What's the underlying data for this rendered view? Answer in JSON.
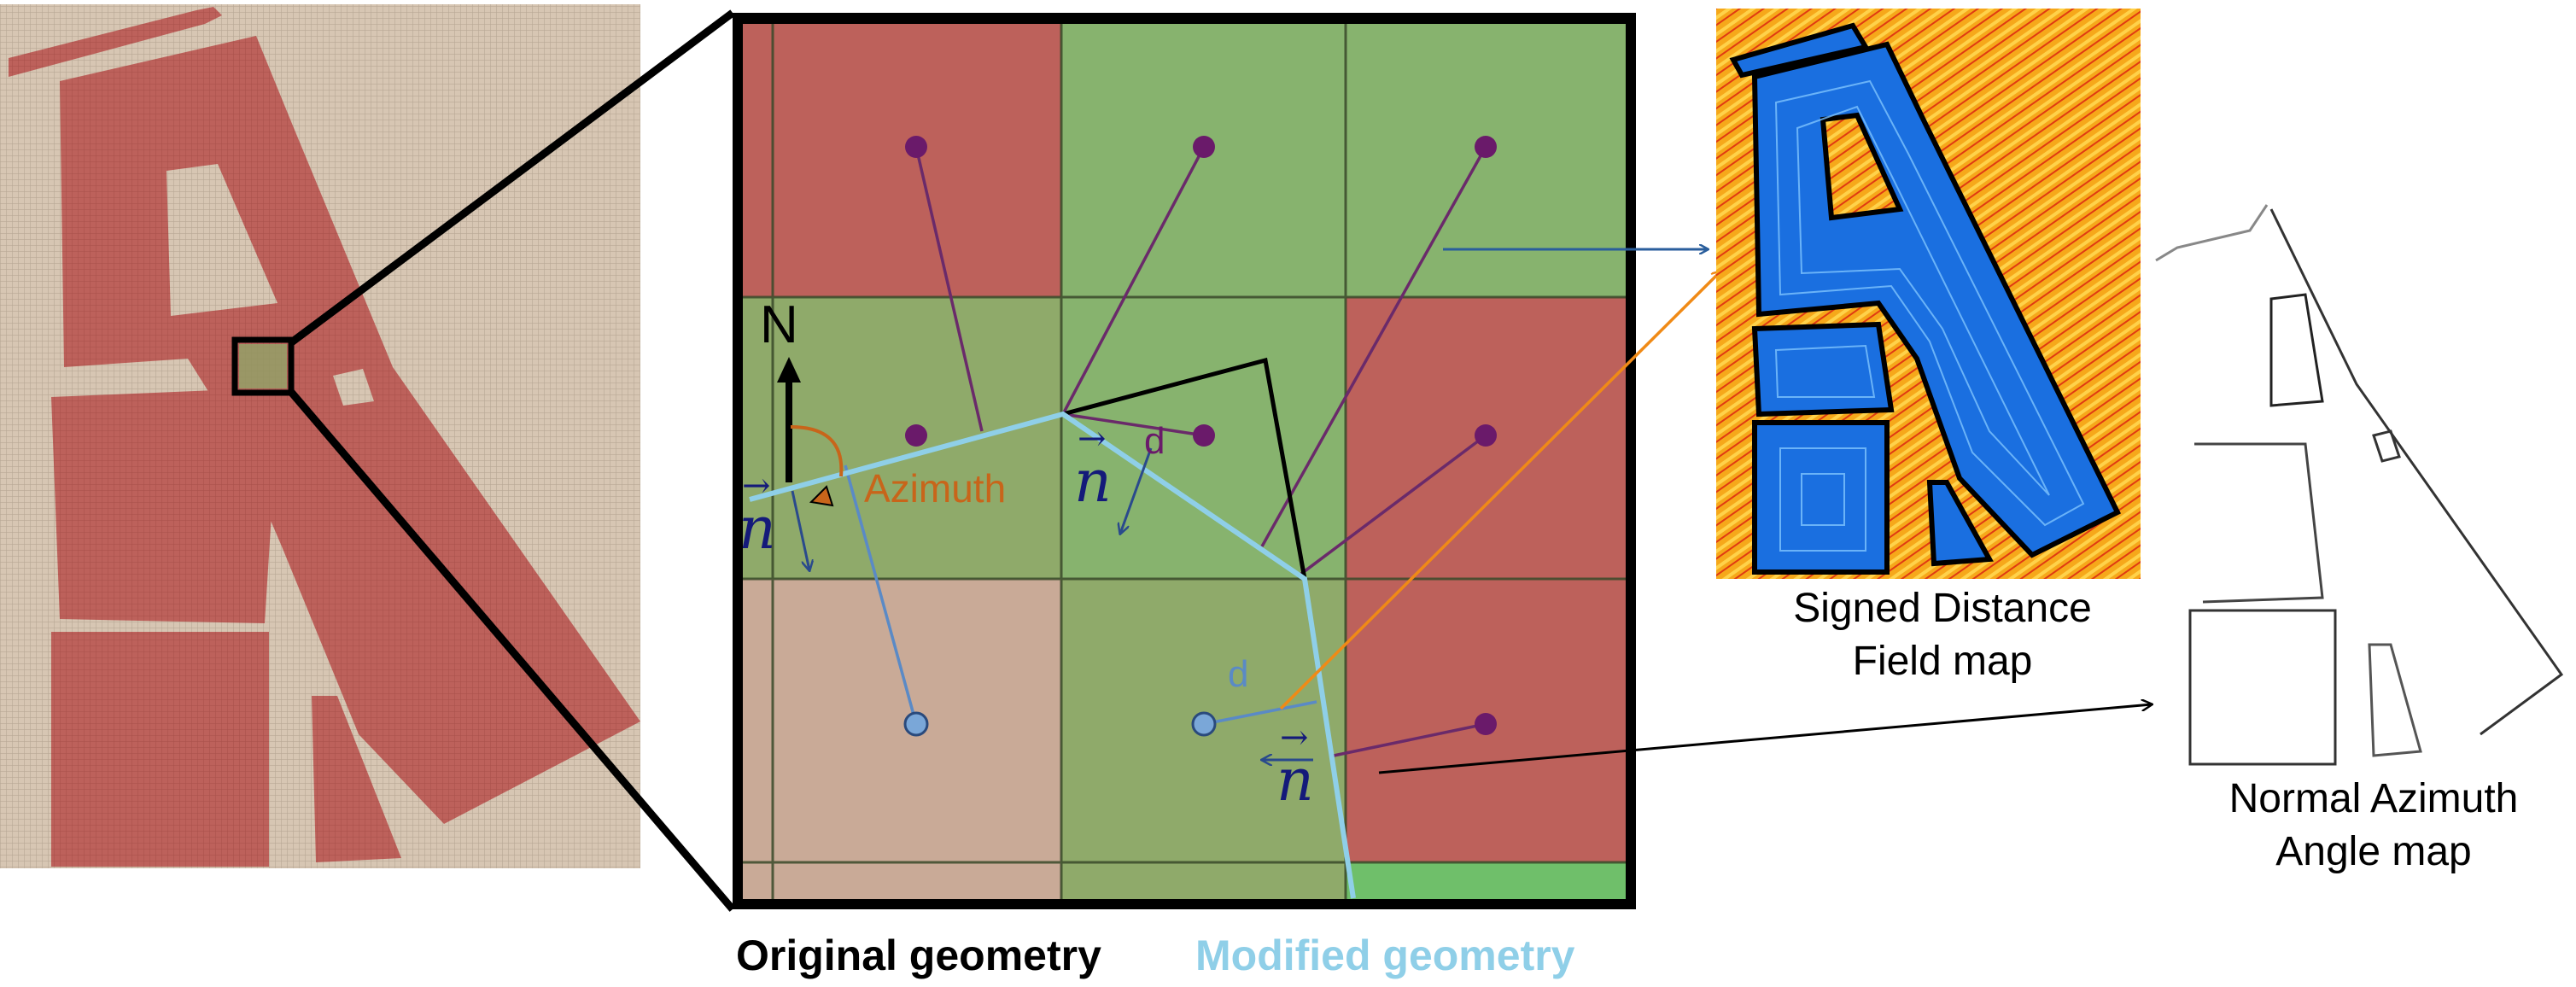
{
  "figure": {
    "compass_label": "N",
    "azimuth_label": "Azimuth",
    "normal_symbol": "n",
    "distance_symbol": "d",
    "sdf_caption_line1": "Signed Distance",
    "sdf_caption_line2": "Field map",
    "azimuth_caption_line1": "Normal Azimuth",
    "azimuth_caption_line2": "Angle map",
    "legend_original": "Original geometry",
    "legend_modified": "Modified geometry"
  },
  "colors": {
    "building_red": "#bd615b",
    "cell_red": "#bd615b",
    "cell_green": "#87b36e",
    "cell_olive": "#8faa6a",
    "cell_tan": "#c9aa97",
    "modified_line": "#8fcfe8",
    "original_line": "#000000",
    "purple_point": "#6a1a6a",
    "blue_point": "#7aa7d8",
    "azimuth_orange": "#c8651a",
    "normal_navy": "#141a7a",
    "sdf_blue": "#1a6fe0",
    "sdf_orange": "#f6a81a"
  }
}
